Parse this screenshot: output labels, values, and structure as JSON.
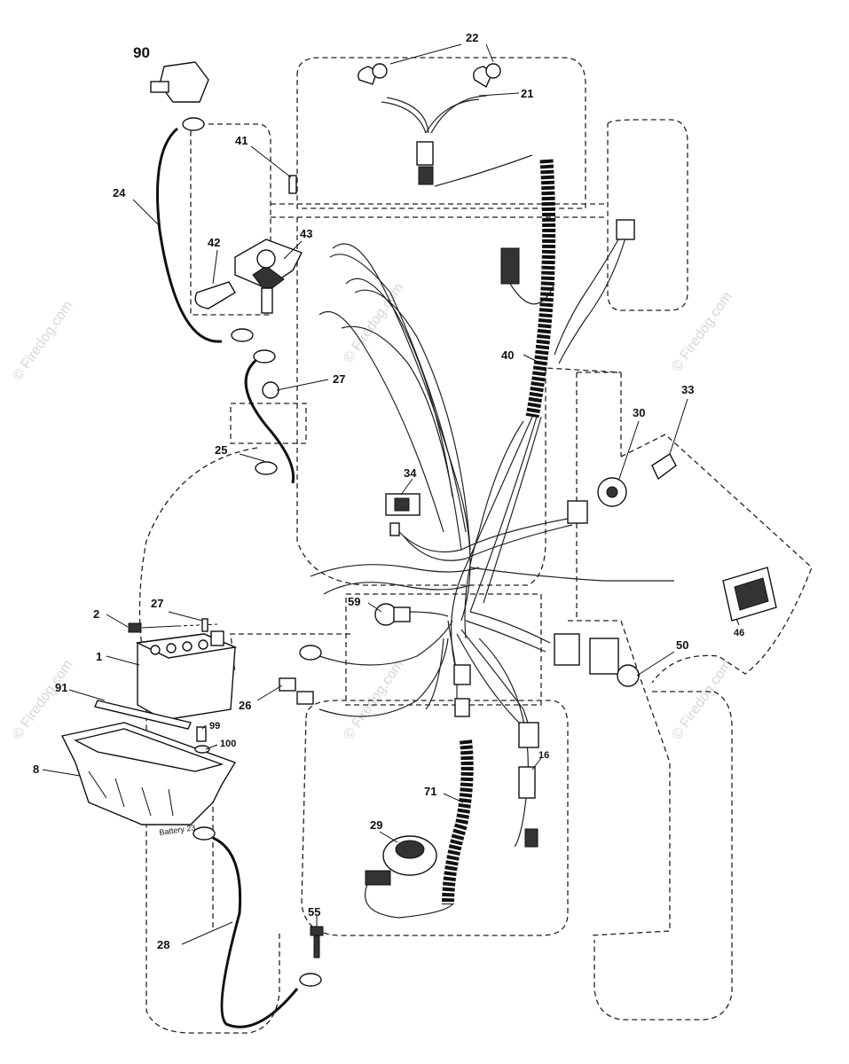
{
  "watermark": "© Firedog.com",
  "battery_stamp": "Battery 23",
  "callouts": [
    {
      "id": "90"
    },
    {
      "id": "22"
    },
    {
      "id": "21"
    },
    {
      "id": "41"
    },
    {
      "id": "24"
    },
    {
      "id": "42"
    },
    {
      "id": "43"
    },
    {
      "id": "27a",
      "text": "27"
    },
    {
      "id": "40"
    },
    {
      "id": "33"
    },
    {
      "id": "30"
    },
    {
      "id": "25"
    },
    {
      "id": "34"
    },
    {
      "id": "27b",
      "text": "27"
    },
    {
      "id": "2"
    },
    {
      "id": "59"
    },
    {
      "id": "1"
    },
    {
      "id": "50"
    },
    {
      "id": "46"
    },
    {
      "id": "91"
    },
    {
      "id": "26"
    },
    {
      "id": "99"
    },
    {
      "id": "100"
    },
    {
      "id": "16"
    },
    {
      "id": "8"
    },
    {
      "id": "71"
    },
    {
      "id": "29"
    },
    {
      "id": "55"
    },
    {
      "id": "28"
    }
  ]
}
